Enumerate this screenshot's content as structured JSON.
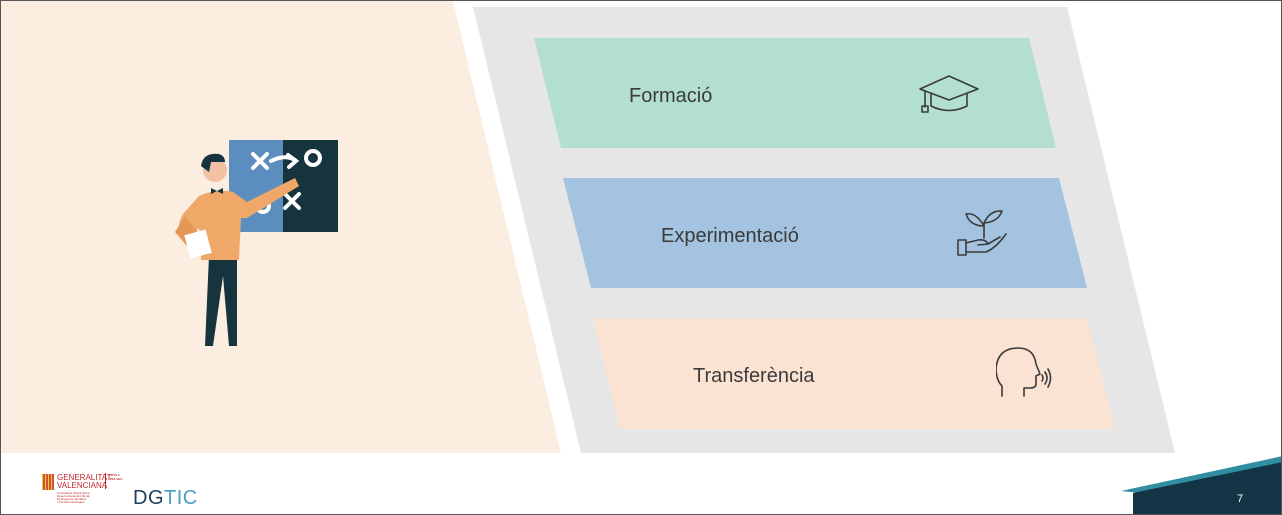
{
  "bands": [
    {
      "label": "Formació",
      "icon": "graduation-cap-icon",
      "color": "#b2dfd1"
    },
    {
      "label": "Experimentació",
      "icon": "hand-plant-icon",
      "color": "#a3c3e0"
    },
    {
      "label": "Transferència",
      "icon": "speaking-head-icon",
      "color": "#fbe3d3"
    }
  ],
  "colors": {
    "left_panel": "#fbede0",
    "gray_panel": "#e6e6e6",
    "corner_dark": "#123444",
    "corner_teal": "#2f8ea0"
  },
  "footer": {
    "logo_line1": "GENERALITAT",
    "logo_line2": "VALENCIANA",
    "logo_badge": "TOTS A UNA VEU",
    "logo_sub1": "Conselleria d'Agricultura,",
    "logo_sub2": "Desenvolupament Rural,",
    "logo_sub3": "Emergència Climàtica",
    "logo_sub4": "i Transició Ecològica",
    "brand_dg": "DG",
    "brand_tic": "TIC",
    "page_number": "7"
  }
}
